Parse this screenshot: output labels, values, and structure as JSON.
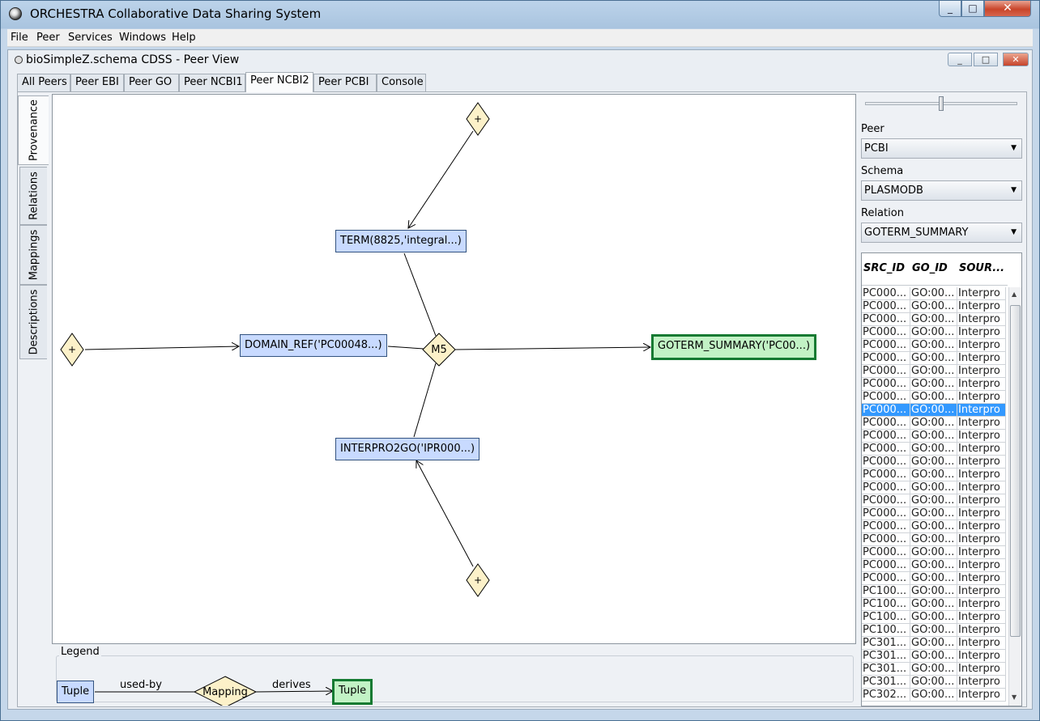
{
  "app": {
    "title": "ORCHESTRA Collaborative Data Sharing System"
  },
  "window_controls": {
    "minimize": "_",
    "maximize": "□",
    "close": "✕"
  },
  "menu": [
    "File",
    "Peer",
    "Services",
    "Windows",
    "Help"
  ],
  "inner_window": {
    "title": "bioSimpleZ.schema CDSS - Peer View"
  },
  "tabs": [
    "All Peers",
    "Peer EBI",
    "Peer GO",
    "Peer NCBI1",
    "Peer NCBI2",
    "Peer PCBI",
    "Console"
  ],
  "active_tab": "Peer NCBI2",
  "side_tabs": [
    "Provenance",
    "Relations",
    "Mappings",
    "Descriptions"
  ],
  "graph": {
    "tuples": {
      "term": "TERM(8825,'integral...)",
      "domain_ref": "DOMAIN_REF('PC00048...)",
      "interpro2go": "INTERPRO2GO('IPR000...)",
      "goterm_summary": "GOTERM_SUMMARY('PC00...)"
    },
    "mapping": "M5",
    "plus": "+"
  },
  "legend": {
    "title": "Legend",
    "tuple": "Tuple",
    "used_by": "used-by",
    "mapping": "Mapping",
    "derives": "derives",
    "derived_tuple": "Tuple"
  },
  "side": {
    "slider_value": 0.5,
    "peer_label": "Peer",
    "peer_value": "PCBI",
    "schema_label": "Schema",
    "schema_value": "PLASMODB",
    "relation_label": "Relation",
    "relation_value": "GOTERM_SUMMARY",
    "columns": [
      "SRC_ID",
      "GO_ID",
      "SOUR..."
    ],
    "selected_row": 9,
    "rows": [
      [
        "PC000...",
        "GO:00...",
        "Interpro"
      ],
      [
        "PC000...",
        "GO:00...",
        "Interpro"
      ],
      [
        "PC000...",
        "GO:00...",
        "Interpro"
      ],
      [
        "PC000...",
        "GO:00...",
        "Interpro"
      ],
      [
        "PC000...",
        "GO:00...",
        "Interpro"
      ],
      [
        "PC000...",
        "GO:00...",
        "Interpro"
      ],
      [
        "PC000...",
        "GO:00...",
        "Interpro"
      ],
      [
        "PC000...",
        "GO:00...",
        "Interpro"
      ],
      [
        "PC000...",
        "GO:00...",
        "Interpro"
      ],
      [
        "PC000...",
        "GO:00...",
        "Interpro"
      ],
      [
        "PC000...",
        "GO:00...",
        "Interpro"
      ],
      [
        "PC000...",
        "GO:00...",
        "Interpro"
      ],
      [
        "PC000...",
        "GO:00...",
        "Interpro"
      ],
      [
        "PC000...",
        "GO:00...",
        "Interpro"
      ],
      [
        "PC000...",
        "GO:00...",
        "Interpro"
      ],
      [
        "PC000...",
        "GO:00...",
        "Interpro"
      ],
      [
        "PC000...",
        "GO:00...",
        "Interpro"
      ],
      [
        "PC000...",
        "GO:00...",
        "Interpro"
      ],
      [
        "PC000...",
        "GO:00...",
        "Interpro"
      ],
      [
        "PC000...",
        "GO:00...",
        "Interpro"
      ],
      [
        "PC000...",
        "GO:00...",
        "Interpro"
      ],
      [
        "PC000...",
        "GO:00...",
        "Interpro"
      ],
      [
        "PC000...",
        "GO:00...",
        "Interpro"
      ],
      [
        "PC100...",
        "GO:00...",
        "Interpro"
      ],
      [
        "PC100...",
        "GO:00...",
        "Interpro"
      ],
      [
        "PC100...",
        "GO:00...",
        "Interpro"
      ],
      [
        "PC100...",
        "GO:00...",
        "Interpro"
      ],
      [
        "PC301...",
        "GO:00...",
        "Interpro"
      ],
      [
        "PC301...",
        "GO:00...",
        "Interpro"
      ],
      [
        "PC301...",
        "GO:00...",
        "Interpro"
      ],
      [
        "PC301...",
        "GO:00...",
        "Interpro"
      ],
      [
        "PC302...",
        "GO:00...",
        "Interpro"
      ]
    ]
  },
  "colors": {
    "tuple_fill": "#c8daff",
    "derived_fill": "#c2f2c5",
    "derived_border": "#157a32",
    "mapping_fill": "#fcf1c9",
    "selection": "#3399ff"
  }
}
